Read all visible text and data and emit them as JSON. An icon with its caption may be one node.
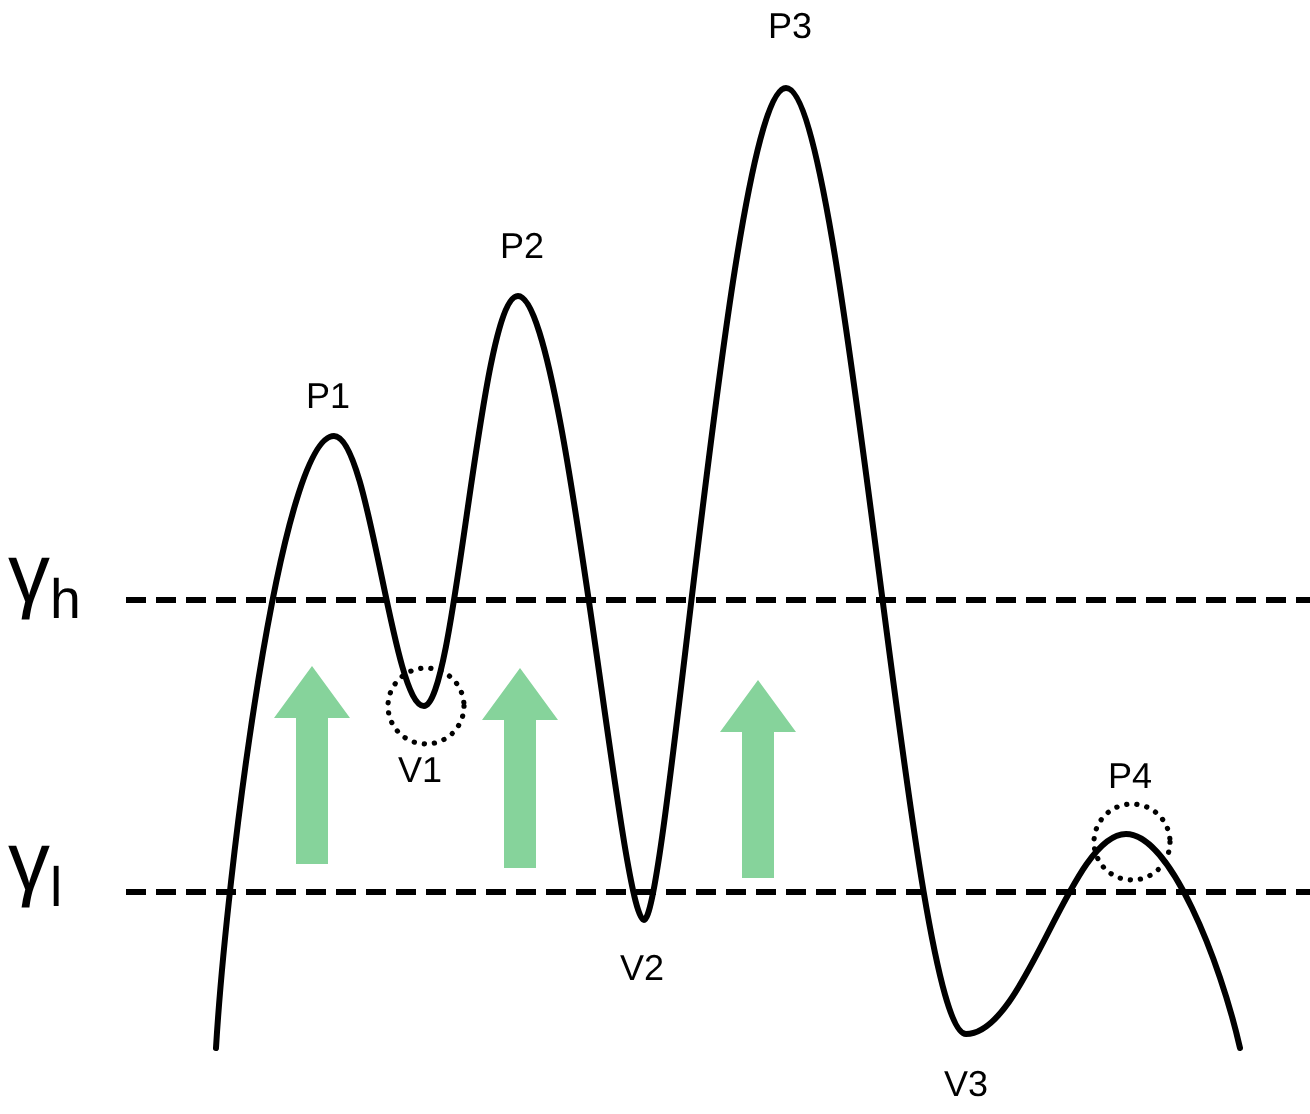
{
  "diagram": {
    "labels": [
      "P3",
      "P2",
      "P1",
      "γ$_{h}$",
      "V1",
      "P4",
      "γ$_{l}$",
      "V2",
      "V3"
    ]
  }
}
